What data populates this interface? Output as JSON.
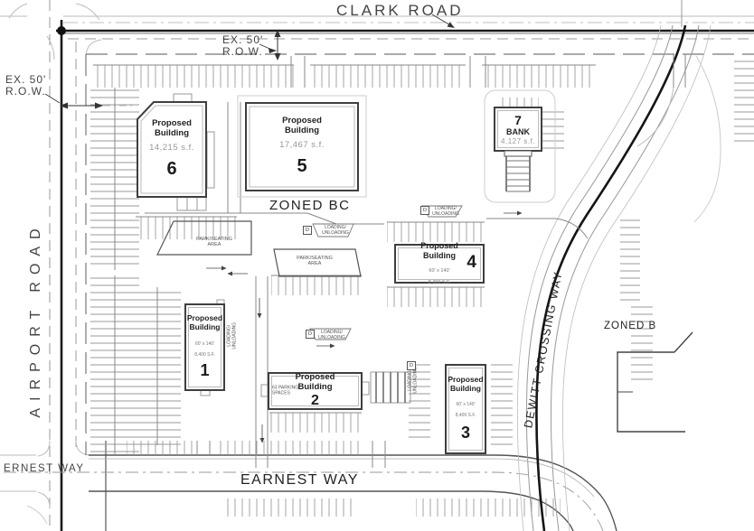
{
  "drawing": {
    "roads": {
      "clark_road": "CLARK ROAD",
      "airport_road": "AIRPORT ROAD",
      "ernest_way": "ERNEST WAY",
      "earnest_way": "EARNEST WAY",
      "dewitt_crossing_way": "DEWITT CROSSING WAY"
    },
    "zones": {
      "zoned_bc": "ZONED BC",
      "zoned_b": "ZONED B"
    },
    "dimensions": {
      "row_label": "EX. 50'\nR.O.W."
    },
    "annotations": {
      "park_seating": "PARK/SEATING\nAREA",
      "loading": "LOADING/\nUNLOADING",
      "dumpster": "D",
      "parking_count_note": "63 PARKING\nSPACES"
    },
    "buildings": {
      "b1": {
        "num": "1",
        "label": "Proposed\nBuilding",
        "size": "60' x 140'",
        "area": "8,400 S.F."
      },
      "b2": {
        "num": "2",
        "label": "Proposed\nBuilding"
      },
      "b3": {
        "num": "3",
        "label": "Proposed\nBuilding",
        "size": "60' x 140'",
        "area": "8,400 S.F."
      },
      "b4": {
        "num": "4",
        "label": "Proposed\nBuilding",
        "size": "60' x 140'",
        "area": "8,400 S.F."
      },
      "b5": {
        "num": "5",
        "label": "Proposed\nBuilding",
        "area": "17,467 s.f."
      },
      "b6": {
        "num": "6",
        "label": "Proposed\nBuilding",
        "area": "14,215 s.f."
      },
      "b7": {
        "num": "7",
        "label": "BANK",
        "area": "4,127 s.f."
      }
    }
  }
}
